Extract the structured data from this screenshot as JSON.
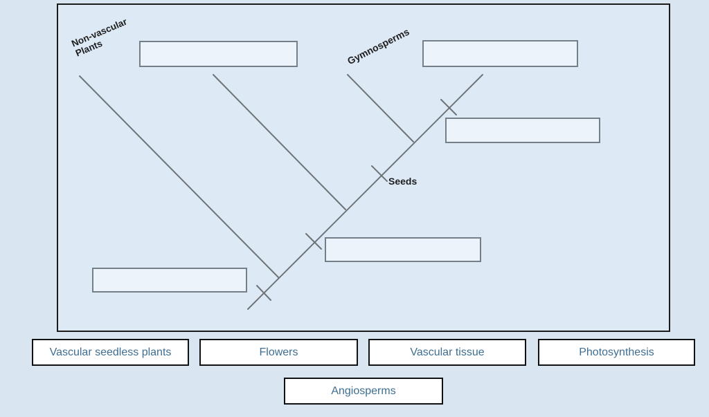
{
  "diagram": {
    "title": "Plant cladogram drag-and-drop exercise",
    "labels": {
      "nonvascular": {
        "line1": "Non-vascular",
        "line2": "Plants"
      },
      "gymnosperms": "Gymnosperms",
      "seeds": "Seeds"
    },
    "drop_zones": [
      {
        "id": "top-left",
        "value": ""
      },
      {
        "id": "top-right",
        "value": ""
      },
      {
        "id": "right-middle",
        "value": ""
      },
      {
        "id": "center",
        "value": ""
      },
      {
        "id": "bottom-left",
        "value": ""
      }
    ],
    "branches": [
      "Non-vascular Plants",
      "unlabeled (top-left drop zone)",
      "Gymnosperms",
      "unlabeled (top-right drop zone)"
    ],
    "trait_ticks_on_trunk": 4
  },
  "answers": {
    "options": [
      {
        "label": "Vascular seedless plants"
      },
      {
        "label": "Flowers"
      },
      {
        "label": "Vascular tissue"
      },
      {
        "label": "Photosynthesis"
      },
      {
        "label": "Angiosperms"
      }
    ]
  },
  "colors": {
    "page_bg": "#d9e6f2",
    "panel_bg": "#dde9f5",
    "panel_border": "#1c1c1c",
    "tree_line": "#6e7377",
    "dropzone_fill": "#edf3fb",
    "dropzone_border": "#757f88",
    "option_bg": "#ffffff",
    "option_border": "#111111",
    "option_text": "#3e6e91",
    "label_text": "#1e1e1e"
  }
}
